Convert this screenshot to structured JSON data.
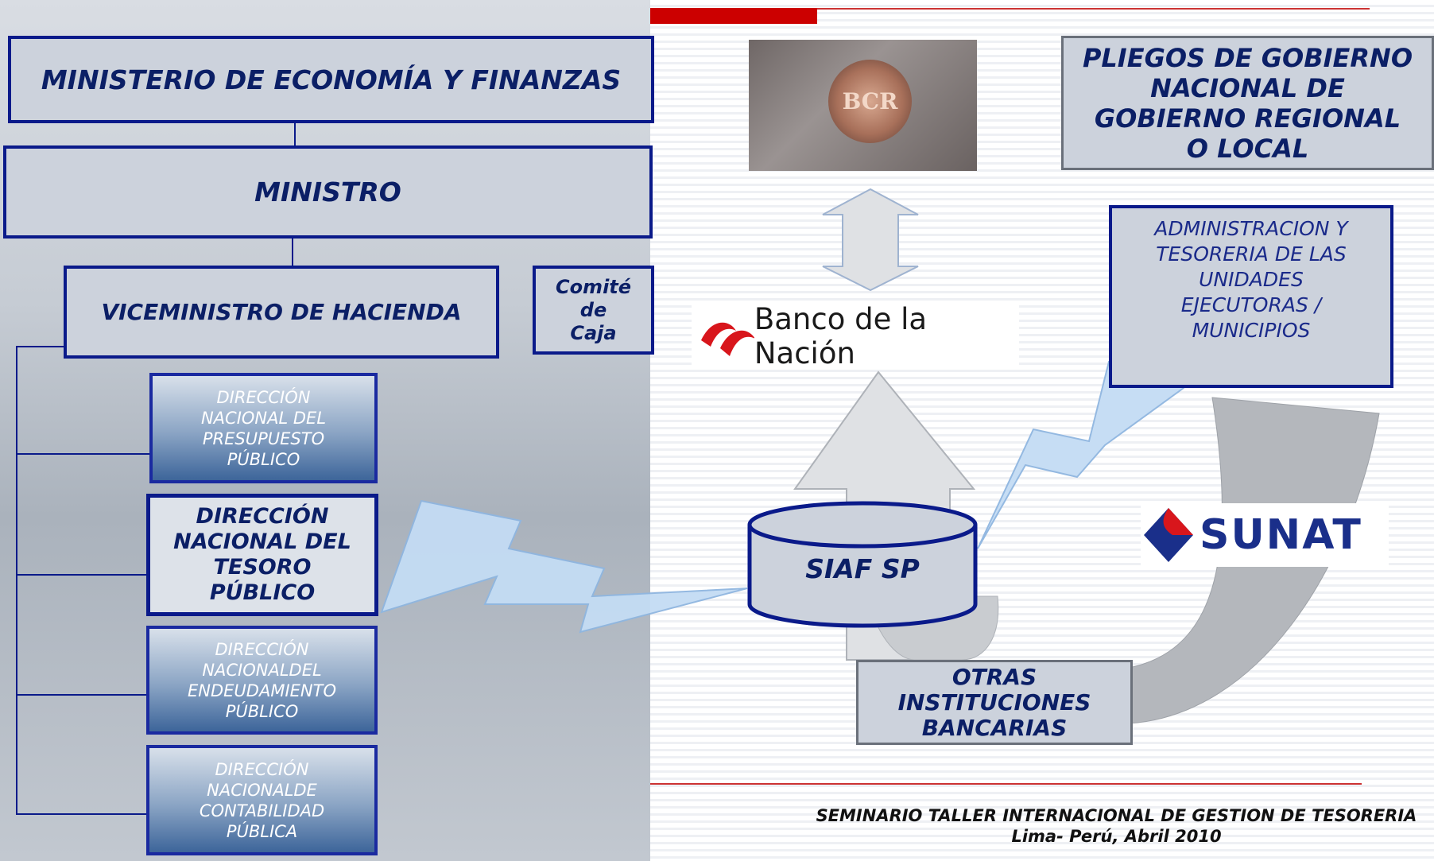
{
  "left": {
    "ministry": "MINISTERIO DE ECONOMÍA Y FINANZAS",
    "minister": "MINISTRO",
    "vice": "VICEMINISTRO DE HACIENDA",
    "committee": [
      "Comité",
      "de",
      "Caja"
    ],
    "dnpp": [
      "DIRECCIÓN",
      "NACIONAL DEL",
      "PRESUPUESTO",
      "PÚBLICO"
    ],
    "dntp": [
      "DIRECCIÓN",
      "NACIONAL DEL",
      "TESORO",
      "PÚBLICO"
    ],
    "dnep": [
      "DIRECCIÓN",
      "NACIONALDEL",
      "ENDEUDAMIENTO",
      "PÚBLICO"
    ],
    "dncp": [
      "DIRECCIÓN",
      "NACIONALDE",
      "CONTABILIDAD",
      "PÚBLICA"
    ]
  },
  "right": {
    "pliegos": [
      "PLIEGOS DE GOBIERNO",
      "NACIONAL DE",
      "GOBIERNO REGIONAL",
      "O LOCAL"
    ],
    "admin": [
      "ADMINISTRACION Y",
      "TESORERIA DE LAS",
      "UNIDADES",
      "EJECUTORAS /",
      "MUNICIPIOS"
    ],
    "banco": "Banco de la Nación",
    "bcr_logo": "BCR",
    "siaf": "SIAF SP",
    "sunat": "SUNAT",
    "otras": [
      "OTRAS",
      "INSTITUCIONES",
      "BANCARIAS"
    ]
  },
  "footer": {
    "line1": "SEMINARIO TALLER INTERNACIONAL DE GESTION DE TESORERIA",
    "line2": "Lima- Perú, Abril 2010"
  },
  "colors": {
    "navy": "#0a1a8a",
    "red": "#cc0000",
    "grey_arrow": "#b4b7bc"
  }
}
